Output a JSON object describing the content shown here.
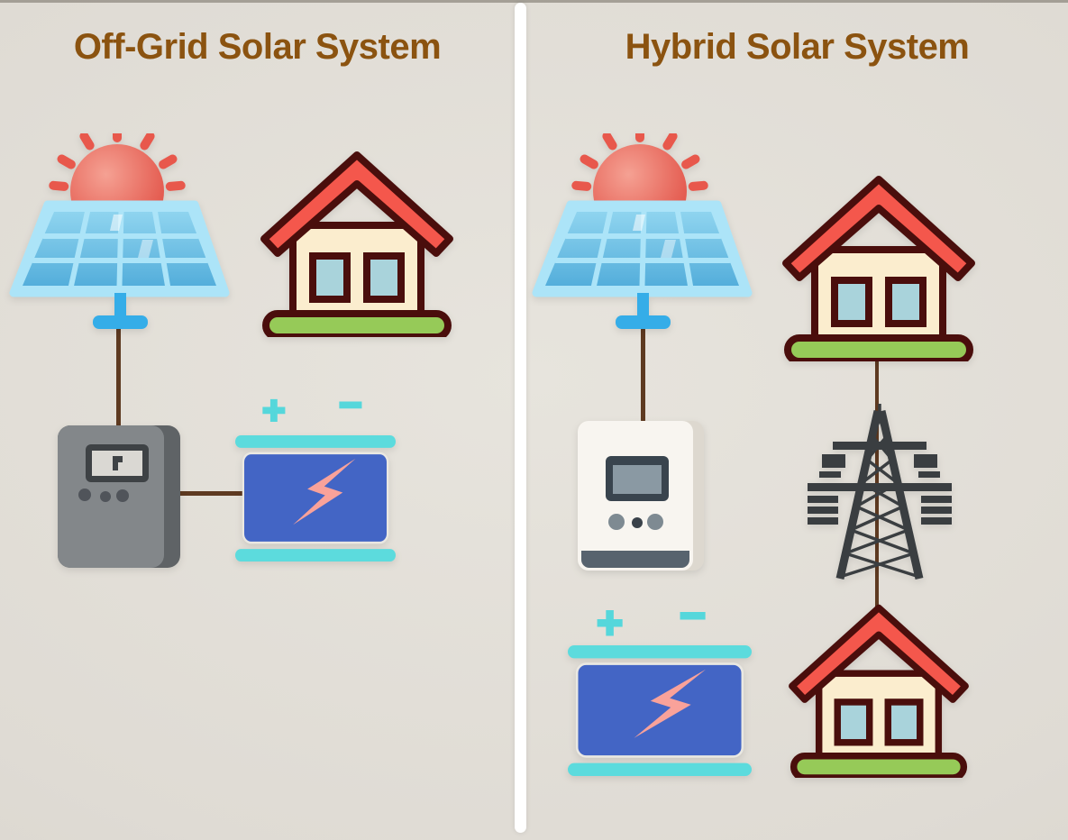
{
  "colors": {
    "background": "#E0DCD5",
    "title_text": "#8B5310",
    "divider": "#FFFFFF",
    "wire": "#5E3A21",
    "sun": "#E4544A",
    "panel_frame": "#ACE4F8",
    "panel_cell": "#5FB8E1",
    "panel_stand": "#35ADE8",
    "house_roof": "#F4574C",
    "house_outline": "#4A0E0C",
    "house_wall": "#FBEDCE",
    "house_window": "#A9D3DB",
    "house_base": "#96CA58",
    "battery_terminal": "#55D7DB",
    "battery_body": "#4365C5",
    "battery_bolt": "#F9A29A",
    "controller_body": "#83878A",
    "inverter_body": "#F8F5F0",
    "tower": "#3A3E41"
  },
  "left_system": {
    "title": "Off-Grid Solar System",
    "battery": {
      "plus": "+",
      "minus": "−"
    },
    "components": [
      "solar-panel-with-sun",
      "house",
      "charge-controller",
      "battery"
    ],
    "connections": [
      "solar-panel → charge-controller",
      "charge-controller → battery"
    ]
  },
  "right_system": {
    "title": "Hybrid Solar System",
    "battery": {
      "plus": "+",
      "minus": "−"
    },
    "components": [
      "solar-panel-with-sun",
      "house",
      "hybrid-inverter",
      "utility-grid-tower",
      "battery",
      "grid-house"
    ],
    "connections": [
      "solar-panel → hybrid-inverter",
      "house → utility-grid-tower → grid-house"
    ]
  }
}
